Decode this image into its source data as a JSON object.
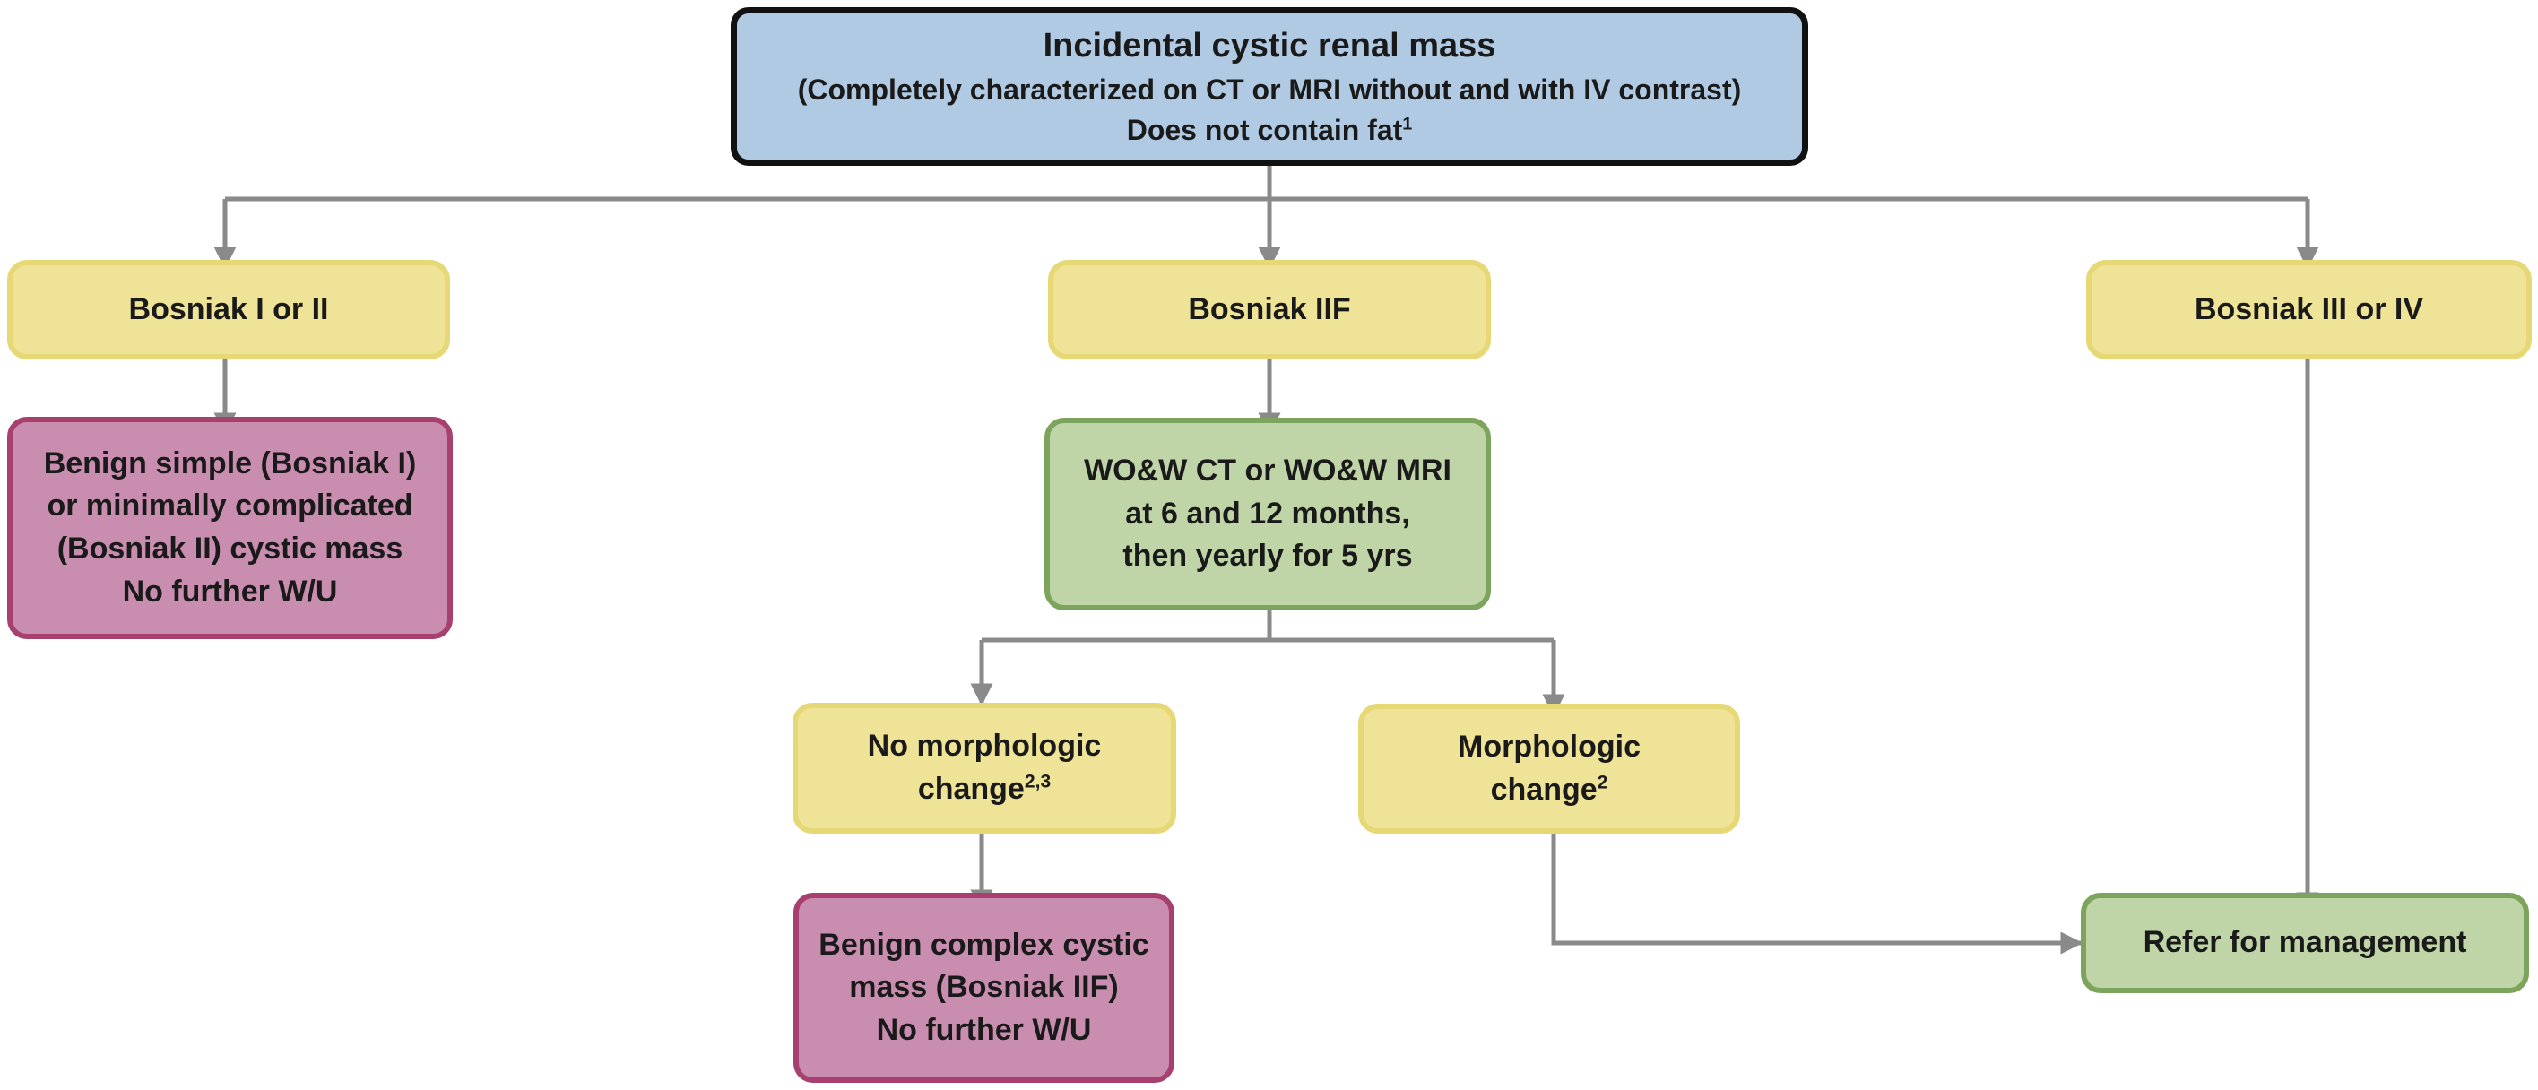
{
  "diagram": {
    "root": {
      "title": "Incidental cystic renal mass",
      "subtitle": "(Completely characterized on CT or MRI without and with IV contrast)",
      "note_text": "Does not contain fat",
      "note_sup": "1"
    },
    "bosniak_1_2": {
      "label": "Bosniak I or II"
    },
    "bosniak_2f": {
      "label": "Bosniak IIF"
    },
    "bosniak_3_4": {
      "label": "Bosniak III or IV"
    },
    "benign_simple": {
      "lines": [
        "Benign simple (Bosniak I)",
        "or minimally complicated",
        "(Bosniak II) cystic mass",
        "No further W/U"
      ]
    },
    "followup_imaging": {
      "lines": [
        "WO&W CT or WO&W MRI",
        "at 6 and 12 months,",
        "then yearly for 5 yrs"
      ]
    },
    "no_morph_change": {
      "line1": "No morphologic",
      "line2_text": "change",
      "line2_sup": "2,3"
    },
    "morph_change": {
      "line1": "Morphologic",
      "line2_text": "change",
      "line2_sup": "2"
    },
    "benign_complex": {
      "lines": [
        "Benign complex cystic",
        "mass (Bosniak IIF)",
        "No further W/U"
      ]
    },
    "refer": {
      "label": "Refer for management"
    }
  },
  "colors": {
    "root_fill": "#b1cae3",
    "root_border": "#111111",
    "category_fill": "#eee396",
    "category_border": "#e6d874",
    "action_fill": "#c0d5a7",
    "action_border": "#7da45c",
    "outcome_fill": "#c98eaf",
    "outcome_border": "#a8406f",
    "connector": "#8a8a8a"
  }
}
